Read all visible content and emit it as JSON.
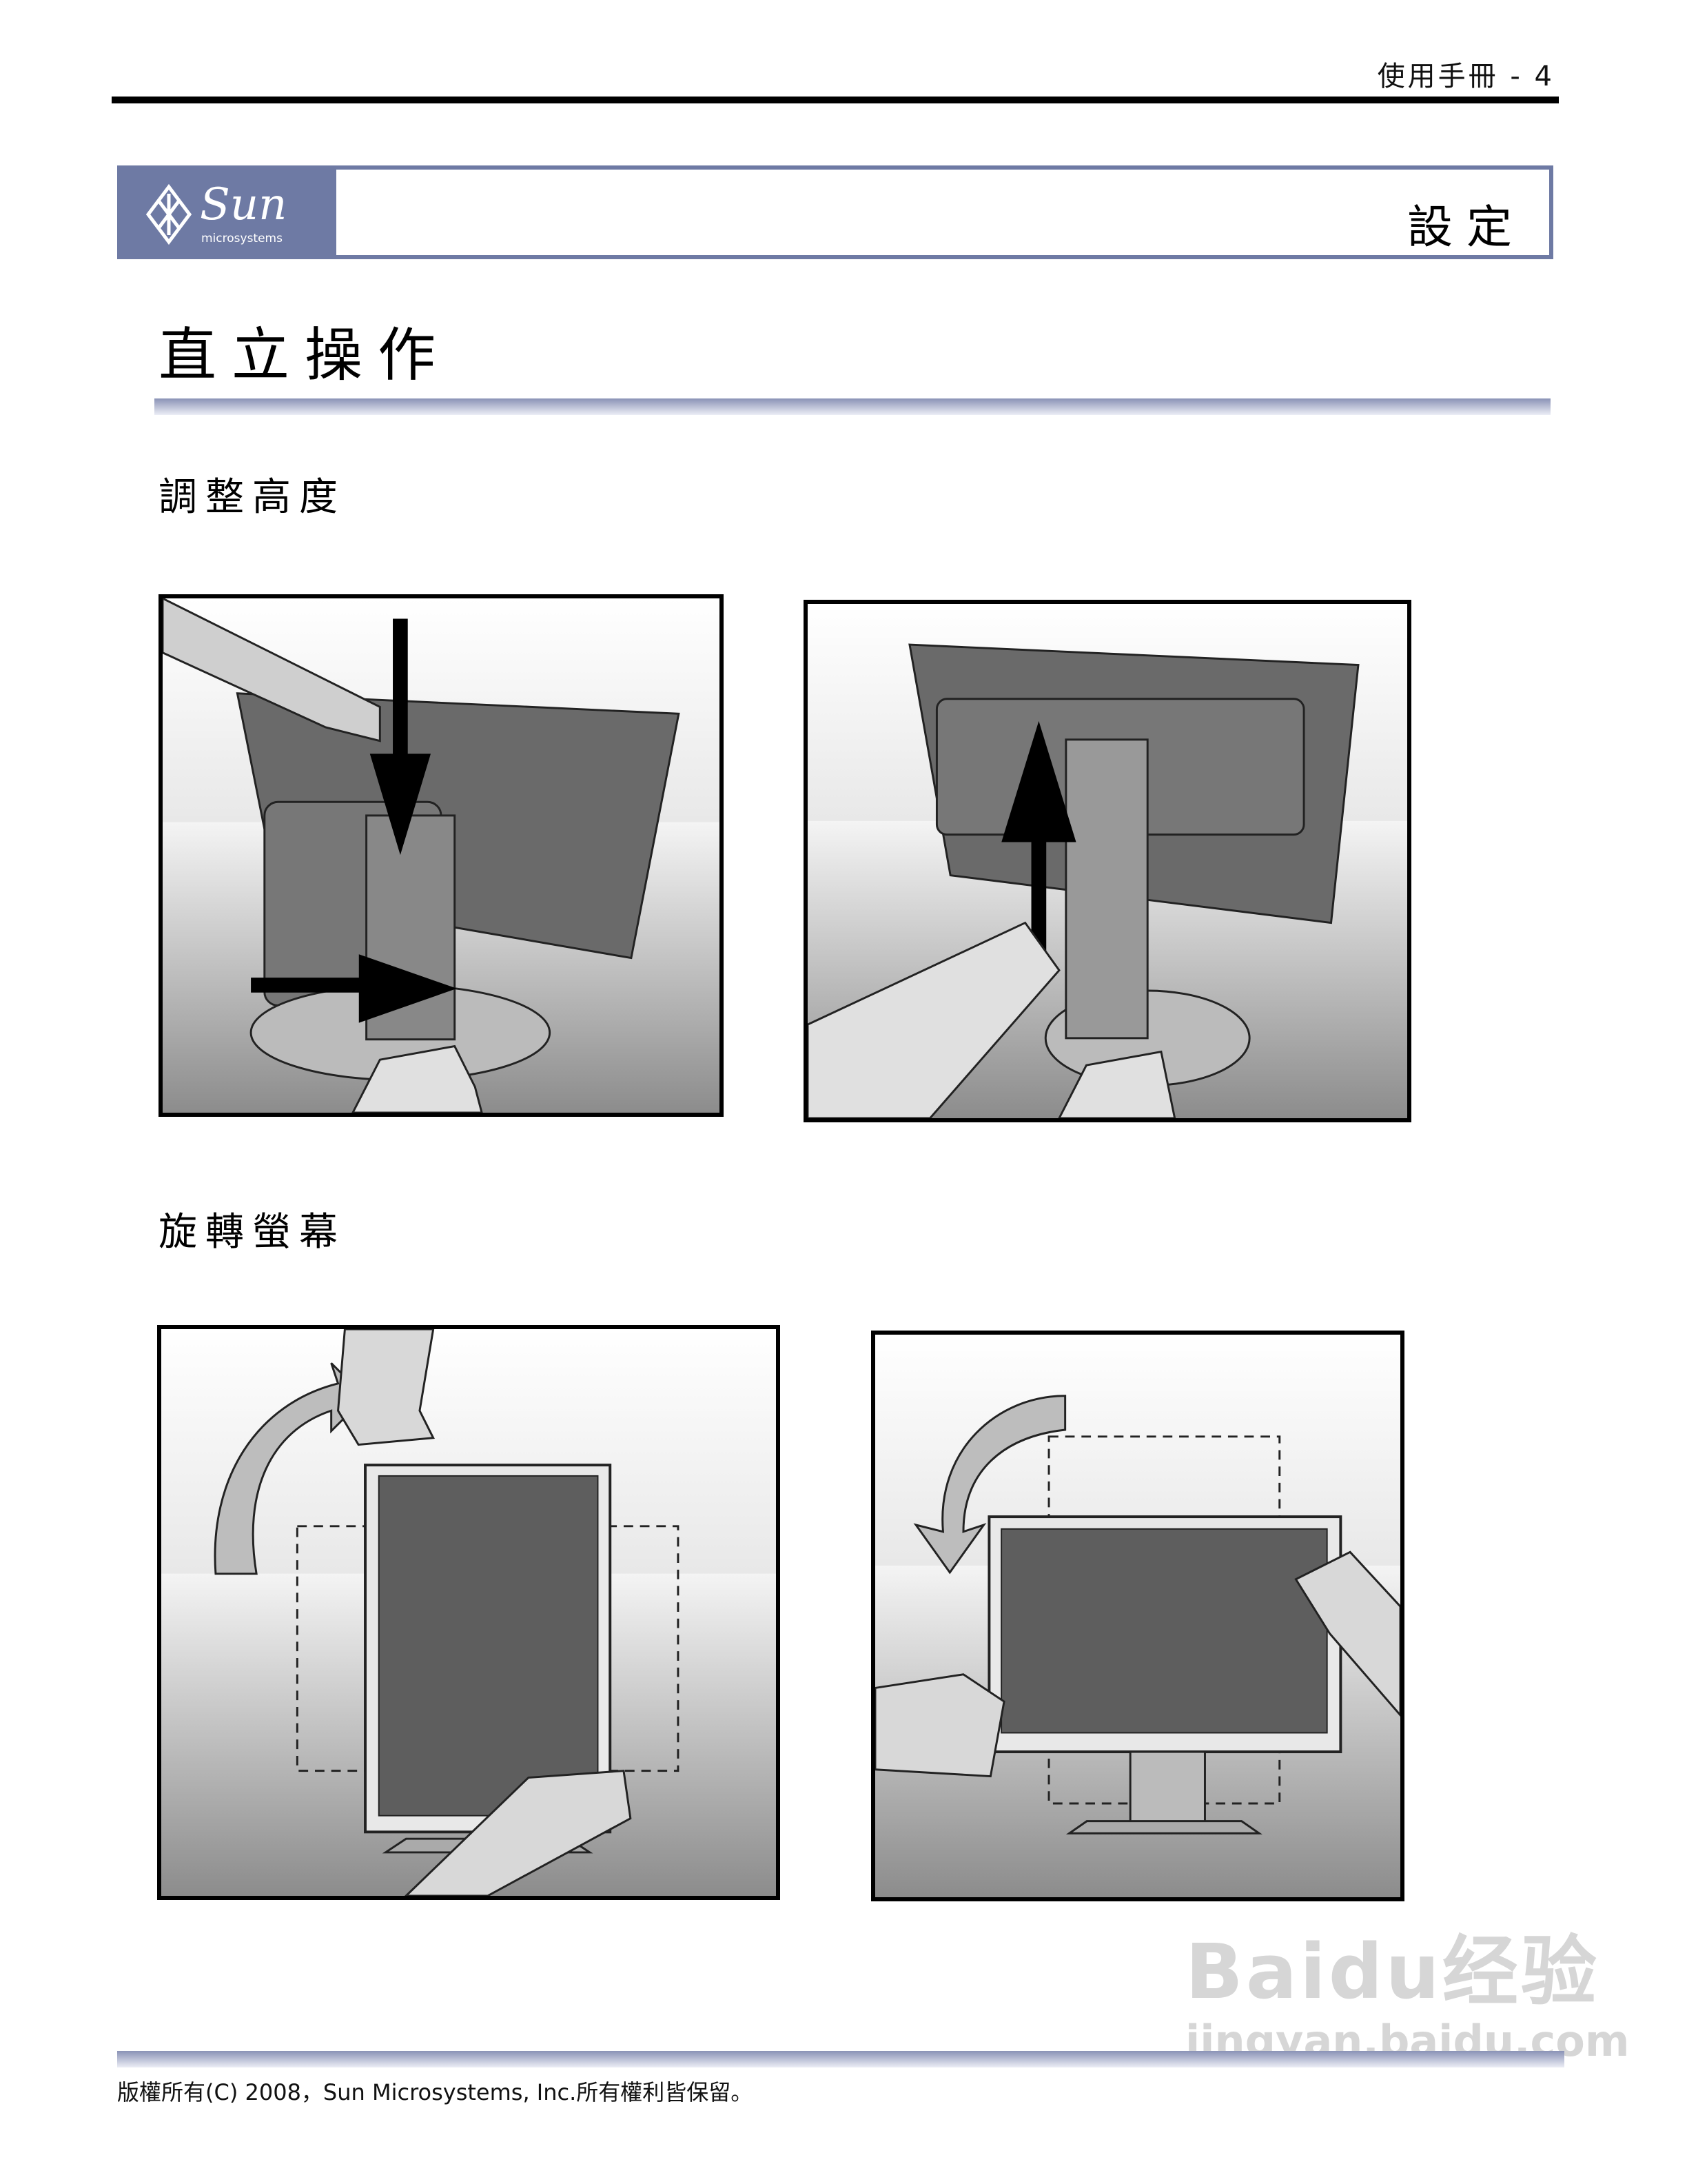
{
  "header": {
    "page_label": "使用手冊 - 4"
  },
  "title_bar": {
    "logo_text": "Sun",
    "logo_sub": "microsystems",
    "section": "設定"
  },
  "main": {
    "title": "直立操作",
    "sections": [
      {
        "heading": "調整高度"
      },
      {
        "heading": "旋轉螢幕"
      }
    ],
    "colors": {
      "brand": "#6e7aa4",
      "panel_gray": "#606060"
    }
  },
  "footer": {
    "copyright": "版權所有(C) 2008，Sun Microsystems, Inc.所有權利皆保留。"
  },
  "watermark": {
    "line1": "Baidu经验",
    "line2": "jingyan.baidu.com"
  }
}
